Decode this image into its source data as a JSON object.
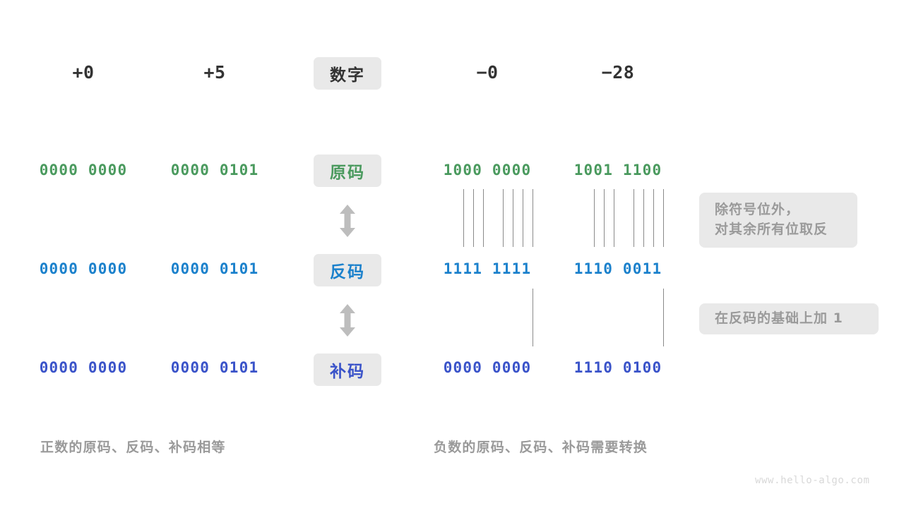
{
  "accents": {
    "sign_magnitude": "#4a9a5e",
    "ones_complement": "#1b81cc",
    "twos_complement": "#3a53c9",
    "badge_bg": "#e9e9e9",
    "muted_text": "#9a9a9a",
    "dark_text": "#333333",
    "line": "#8a8a8a"
  },
  "row_labels": {
    "number": "数字",
    "sign_magnitude": "原码",
    "ones_complement": "反码",
    "twos_complement": "补码"
  },
  "headers": {
    "left": [
      "+0",
      "+5"
    ],
    "right": [
      "−0",
      "−28"
    ]
  },
  "rows": [
    {
      "label": "原码",
      "label_color": "green",
      "bits_color": "green",
      "left": [
        "0000 0000",
        "0000 0101"
      ],
      "right": [
        "1000 0000",
        "1001 1100"
      ]
    },
    {
      "label": "反码",
      "label_color": "blue",
      "bits_color": "blue",
      "left": [
        "0000 0000",
        "0000 0101"
      ],
      "right": [
        "1111 1111",
        "1110 0011"
      ]
    },
    {
      "label": "补码",
      "label_color": "indigo",
      "bits_color": "indigo",
      "left": [
        "0000 0000",
        "0000 0101"
      ],
      "right": [
        "0000 0000",
        "1110 0100"
      ]
    }
  ],
  "arrows": {
    "top_name": "double-arrow-yuanma-fanma",
    "bottom_name": "double-arrow-fanma-buma"
  },
  "notes": {
    "invert": {
      "line1": "除符号位外，",
      "line2": "对其余所有位取反"
    },
    "add_one": "在反码的基础上加 1"
  },
  "captions": {
    "left": "正数的原码、反码、补码相等",
    "right": "负数的原码、反码、补码需要转换"
  },
  "watermark": "www.hello-algo.com"
}
